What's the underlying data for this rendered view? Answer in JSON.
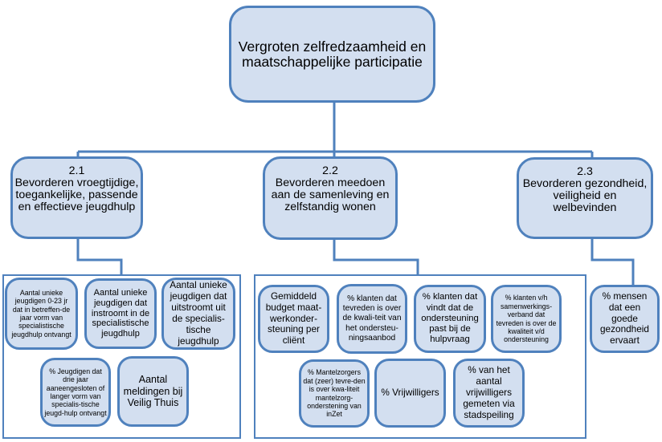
{
  "root": {
    "label": "Vergroten zelfredzaamheid en maatschappelijke participatie"
  },
  "goals": [
    {
      "number": "2.1",
      "label": "Bevorderen vroegtijdige, toegankelijke, passende en effectieve jeugdhulp"
    },
    {
      "number": "2.2",
      "label": "Bevorderen meedoen aan de samenleving en zelfstandig wonen"
    },
    {
      "number": "2.3",
      "label": "Bevorderen gezondheid, veiligheid en welbevinden"
    }
  ],
  "indicators_2_1": [
    "Aantal unieke jeugdigen 0-23 jr dat in betreffen-de jaar vorm van specialistische jeugdhulp ontvangt",
    "Aantal unieke jeugdigen dat instroomt in de specialistische jeugdhulp",
    "Aantal unieke jeugdigen dat uitstroomt uit de specialis-tische jeugdhulp",
    "% Jeugdigen dat drie jaar aaneengesloten of langer vorm van specialis-tische jeugd-hulp ontvangt",
    "Aantal meldingen bij Veilig Thuis"
  ],
  "indicators_2_2": [
    "Gemiddeld budget maat-werkonder-steuning per cliënt",
    "% klanten dat tevreden is over de kwali-teit van het ondersteu-ningsaanbod",
    "% klanten dat vindt dat de ondersteuning past bij de hulpvraag",
    "% klanten v/h samenwerkings-verband dat tevreden is over de kwaliteit v/d ondersteuning",
    "% Mantelzorgers dat (zeer) tevre-den is over kwa-liteit mantelzorg-onderstening van inZet",
    "% Vrijwilligers",
    "% van het aantal vrijwilligers gemeten via stadspeiling"
  ],
  "indicators_2_3": [
    "% mensen dat een goede gezondheid ervaart"
  ],
  "colors": {
    "fill": "#d3dff0",
    "stroke": "#4f81bd"
  }
}
